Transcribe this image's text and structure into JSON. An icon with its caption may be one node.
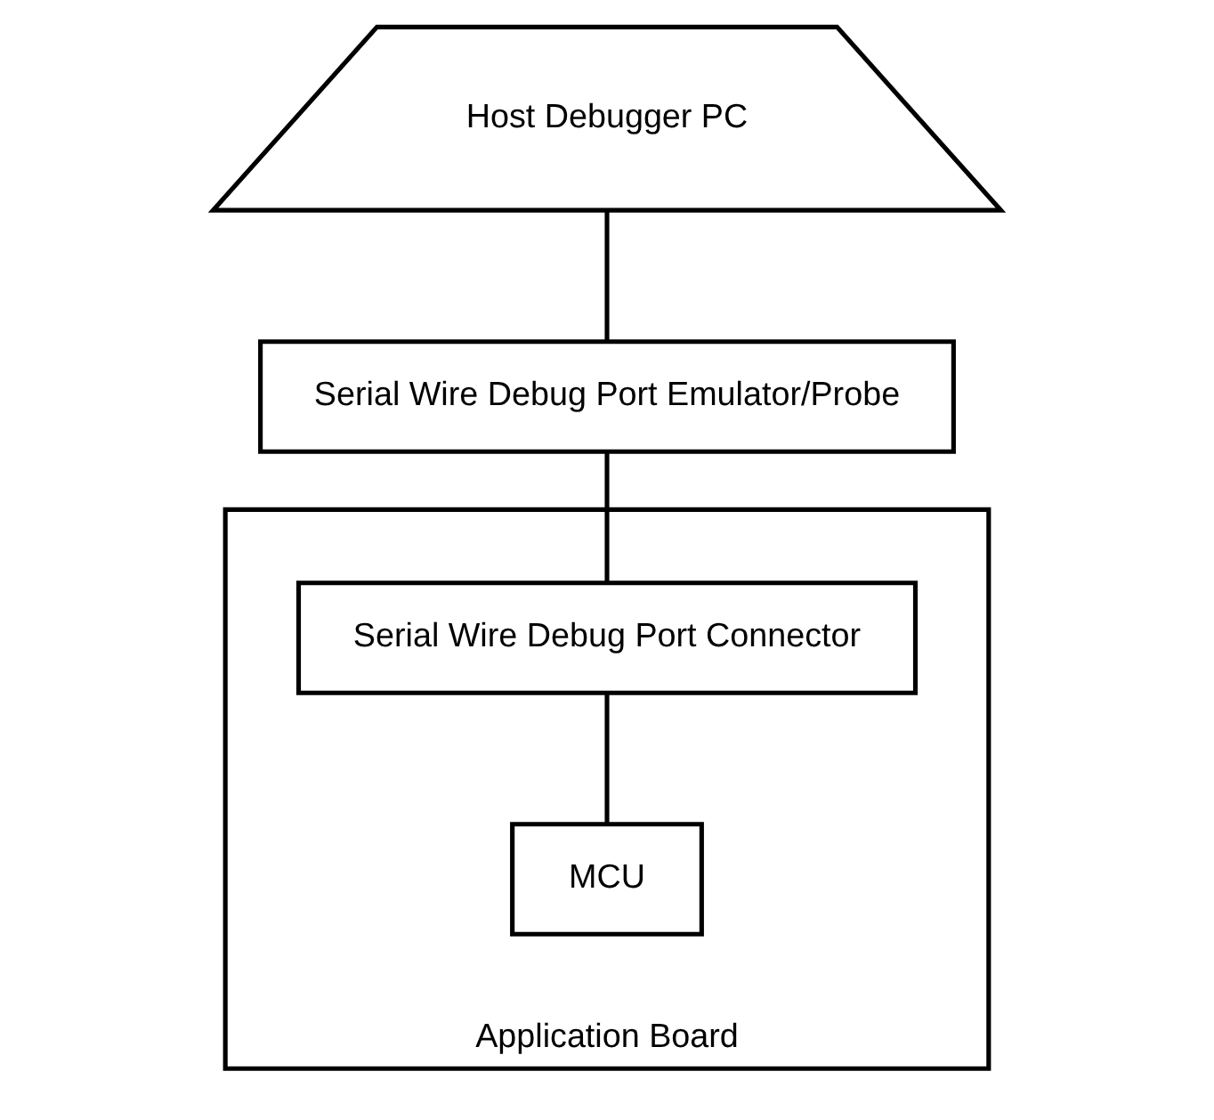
{
  "diagram": {
    "nodes": [
      {
        "text": [
          "Host Debugger PC"
        ]
      },
      {
        "text": [
          "Serial Wire Debug Port Emulator/Probe"
        ]
      },
      {
        "text": [
          "Application Board"
        ]
      },
      {
        "text": [
          "Serial Wire Debug Port Connector"
        ],
        "in": 2
      },
      {
        "text": [
          "MCU"
        ],
        "in": 2
      }
    ],
    "edges": [
      {
        "from": 0,
        "to": 1,
        "arrow": "none"
      },
      {
        "from": 1,
        "to": 3,
        "arrow": "none"
      },
      {
        "from": 3,
        "to": 4,
        "arrow": "none"
      }
    ]
  }
}
